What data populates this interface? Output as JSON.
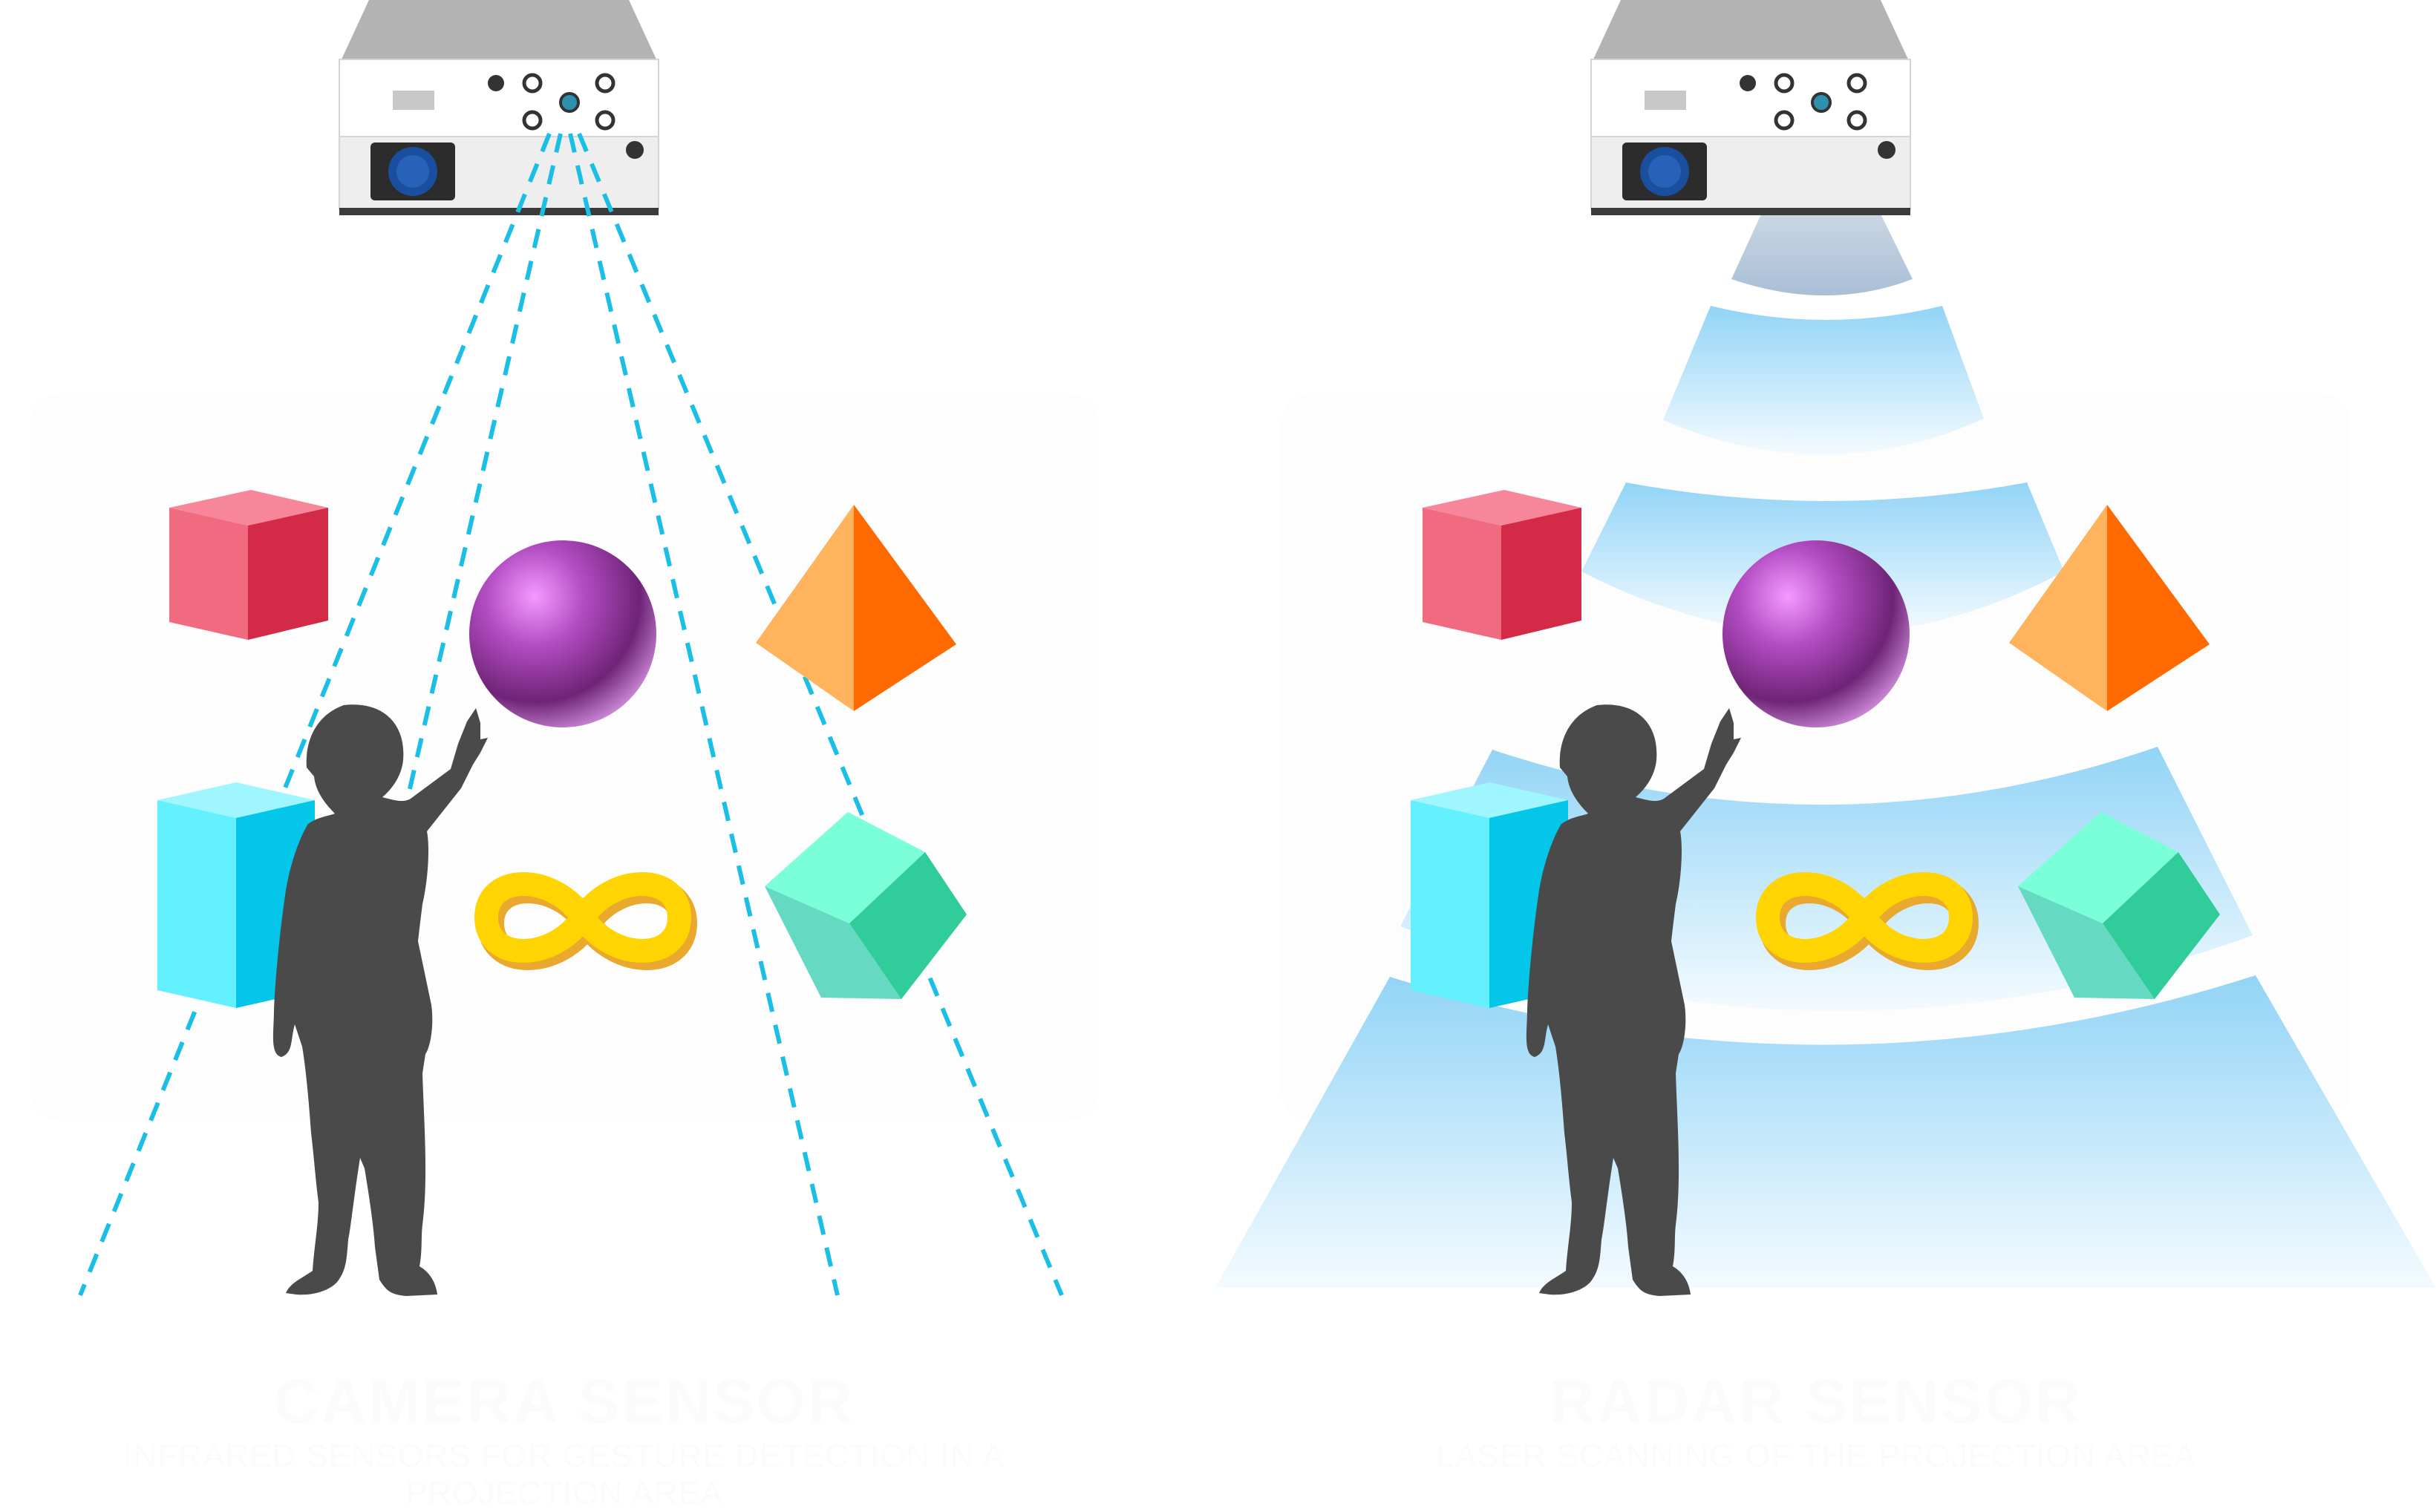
{
  "panels": [
    {
      "id": "camera",
      "caption_title": "CAMERA SENSOR",
      "caption_subtitle": "INFRARED SENSORS FOR GESTURE DETECTION IN A PROJECTION AREA",
      "sensing_style": "dashed-lines"
    },
    {
      "id": "radar",
      "caption_title": "RADAR SENSOR",
      "caption_subtitle": "LASER SCANNING OF THE PROJECTION AREA",
      "sensing_style": "radar-waves"
    }
  ],
  "colors": {
    "dash": "#1bbfe6",
    "wave": "#8fd3f5",
    "silhouette": "#4a4a4a",
    "red_cube": [
      "#f06a80",
      "#d22a47",
      "#f7869a"
    ],
    "cyan_block": [
      "#63f0ff",
      "#03c6e8",
      "#9ff6ff"
    ],
    "green_cube": [
      "#66d9c2",
      "#30cc9a",
      "#7affd8"
    ],
    "pyramid": [
      "#ffb35c",
      "#ff6a00"
    ],
    "sphere": "#9b3aa6",
    "infinity": "#ffd400"
  },
  "icons": [
    "projector-icon",
    "child-silhouette-icon",
    "sphere-icon",
    "pyramid-icon",
    "cube-icon",
    "infinity-icon"
  ]
}
